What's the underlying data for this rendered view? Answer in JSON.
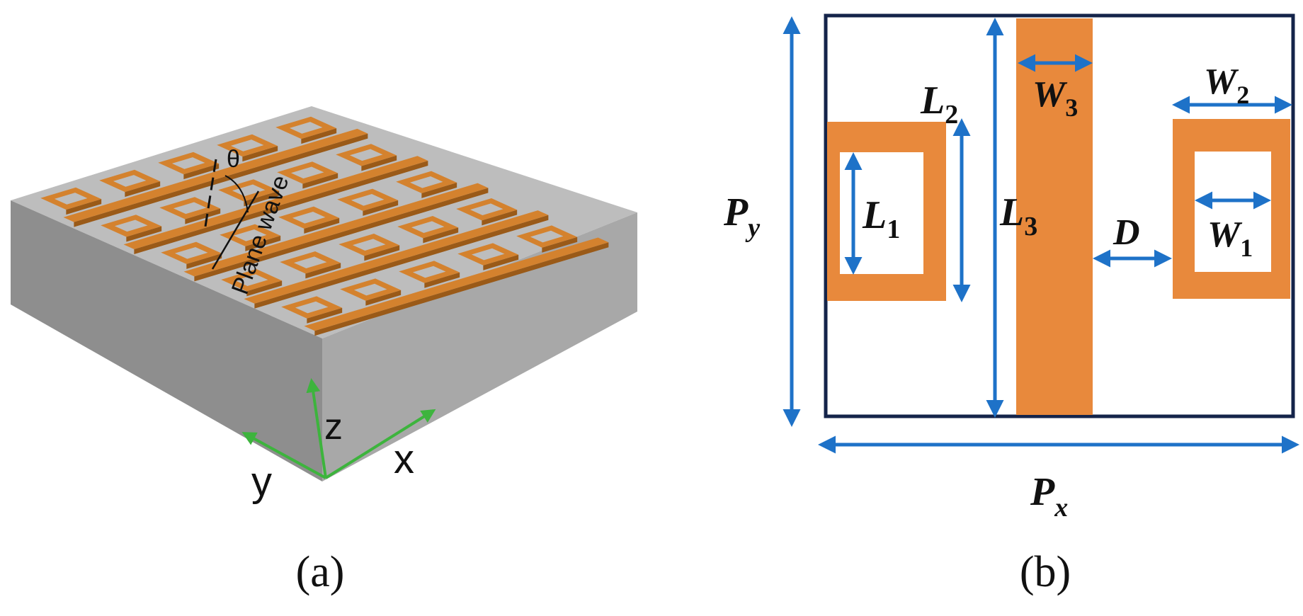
{
  "panel_a": {
    "caption": "(a)",
    "plane_wave_label": "Plane wave",
    "theta_label": "θ",
    "axis_labels": {
      "z": "z",
      "x": "x",
      "y": "y"
    },
    "colors": {
      "copper": "#D4822E",
      "copper_dark": "#9A5A18",
      "substrate_top": "#BDBDBD",
      "substrate_front": "#8E8E8E",
      "substrate_side": "#A8A8A8",
      "axis": "#3DB43D"
    },
    "grid": {
      "rows": 5,
      "cols": 5
    }
  },
  "panel_b": {
    "caption": "(b)",
    "labels": {
      "py": {
        "main": "P",
        "sub": "y"
      },
      "px": {
        "main": "P",
        "sub": "x"
      },
      "l1": {
        "main": "L",
        "sub": "1"
      },
      "l2": {
        "main": "L",
        "sub": "2"
      },
      "l3": {
        "main": "L",
        "sub": "3"
      },
      "w1": {
        "main": "W",
        "sub": "1"
      },
      "w2": {
        "main": "W",
        "sub": "2"
      },
      "w3": {
        "main": "W",
        "sub": "3"
      },
      "d": {
        "main": "D"
      }
    },
    "colors": {
      "orange": "#E8893C",
      "arrow": "#1E72C8",
      "border": "#14244A"
    }
  }
}
